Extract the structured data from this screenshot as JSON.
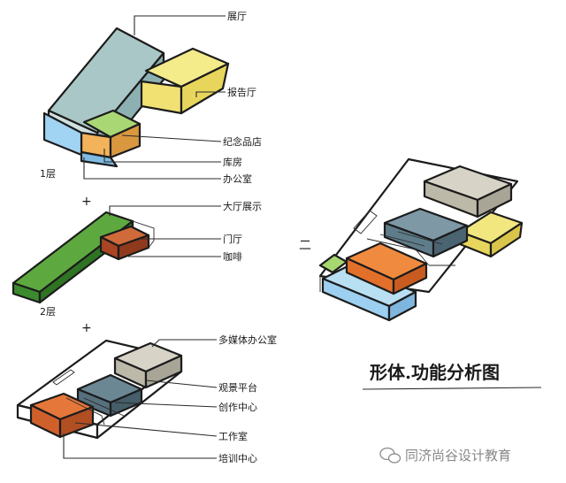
{
  "diagram": {
    "title": "形体.功能分析图",
    "watermark": "同济尚谷设计教育",
    "watermark_icon": "wechat-logo-icon",
    "floor_labels": {
      "level1": "1层",
      "level2": "2层",
      "plus_1": "+",
      "plus_2": "+",
      "combined": "二"
    },
    "block1_labels": [
      "展厅",
      "报告厅",
      "纪念品店",
      "库房",
      "办公室"
    ],
    "block2_labels": [
      "大厅展示",
      "门厅",
      "咖啡"
    ],
    "block3_labels": [
      "多媒体办公室",
      "观景平台",
      "创作中心",
      "工作室",
      "培训中心"
    ],
    "colors": {
      "blue_gray": "#9bbcc0",
      "yellow": "#f2e77f",
      "green": "#3f9a3c",
      "light_green": "#a6d770",
      "orange": "#e2702a",
      "sky_blue": "#9ccff0",
      "rust": "#b8552d",
      "dark_slate": "#5f7c8a",
      "light_gray": "#cfcdc2",
      "dark_gray": "#8b8b87"
    }
  }
}
